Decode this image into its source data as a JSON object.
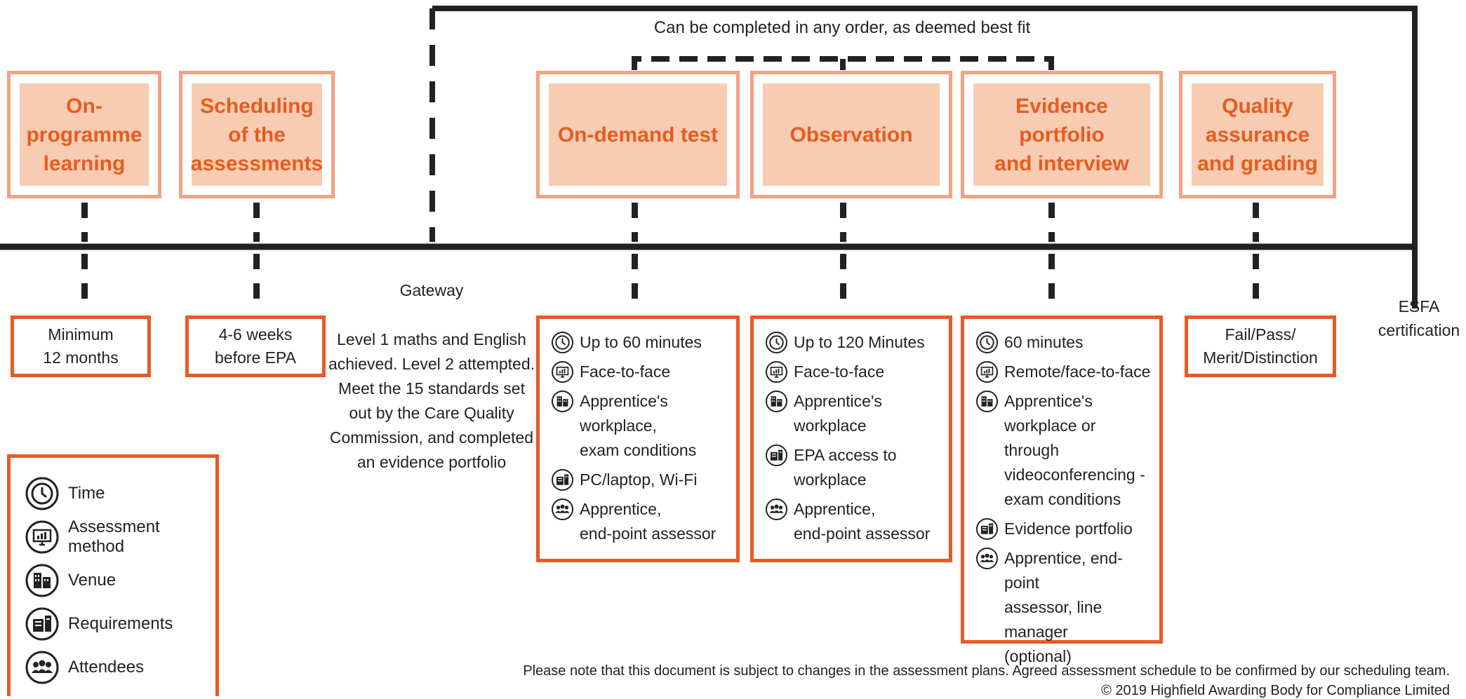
{
  "order_note": "Can be completed in any order, as deemed best fit",
  "stages": [
    {
      "id": "on-programme",
      "title": "On-programme\nlearning"
    },
    {
      "id": "scheduling",
      "title": "Scheduling\nof the\nassessments"
    },
    {
      "id": "on-demand-test",
      "title": "On-demand test"
    },
    {
      "id": "observation",
      "title": "Observation"
    },
    {
      "id": "evidence-portfolio",
      "title": "Evidence portfolio\nand interview"
    },
    {
      "id": "quality-assurance",
      "title": "Quality\nassurance\nand grading"
    }
  ],
  "gateway": {
    "title": "Gateway",
    "text": "Level 1 maths and English\nachieved.  Level 2 attempted.\nMeet the 15 standards set\nout by the Care Quality\nCommission, and completed\nan evidence portfolio"
  },
  "durations": {
    "on_programme": "Minimum\n12 months",
    "scheduling": "4-6 weeks\nbefore EPA",
    "quality": "Fail/Pass/\nMerit/Distinction"
  },
  "esfa": "ESFA\ncertification",
  "details": {
    "test": [
      {
        "icon": "clock-icon",
        "text": "Up to 60 minutes"
      },
      {
        "icon": "monitor-icon",
        "text": "Face-to-face"
      },
      {
        "icon": "building-icon",
        "text": "Apprentice's workplace,\nexam conditions"
      },
      {
        "icon": "requirements-icon",
        "text": "PC/laptop, Wi-Fi"
      },
      {
        "icon": "attendees-icon",
        "text": "Apprentice,\nend-point assessor"
      }
    ],
    "observation": [
      {
        "icon": "clock-icon",
        "text": "Up to 120 Minutes"
      },
      {
        "icon": "monitor-icon",
        "text": "Face-to-face"
      },
      {
        "icon": "building-icon",
        "text": "Apprentice's workplace"
      },
      {
        "icon": "requirements-icon",
        "text": "EPA access to workplace"
      },
      {
        "icon": "attendees-icon",
        "text": "Apprentice,\nend-point assessor"
      }
    ],
    "portfolio": [
      {
        "icon": "clock-icon",
        "text": "60 minutes"
      },
      {
        "icon": "monitor-icon",
        "text": "Remote/face-to-face"
      },
      {
        "icon": "building-icon",
        "text": "Apprentice's\nworkplace or through\nvideoconferencing -\nexam conditions"
      },
      {
        "icon": "requirements-icon",
        "text": "Evidence portfolio"
      },
      {
        "icon": "attendees-icon",
        "text": "Apprentice, end-point\nassessor, line manager\n(optional)"
      }
    ]
  },
  "legend": [
    {
      "icon": "clock-icon",
      "label": "Time"
    },
    {
      "icon": "monitor-icon",
      "label": "Assessment method"
    },
    {
      "icon": "building-icon",
      "label": "Venue"
    },
    {
      "icon": "requirements-icon",
      "label": "Requirements"
    },
    {
      "icon": "attendees-icon",
      "label": "Attendees"
    }
  ],
  "footer": {
    "note": "Please note that this document is subject to changes in the assessment plans.  Agreed assessment schedule to be confirmed by our scheduling team.",
    "copyright": "© 2019 Highfield Awarding Body for Compliance Limited"
  },
  "colors": {
    "accent": "#e85a24",
    "stage_fill": "#f8ccb2",
    "stage_border": "#f2a283",
    "stage_text": "#e65c1e",
    "line": "#222222"
  }
}
